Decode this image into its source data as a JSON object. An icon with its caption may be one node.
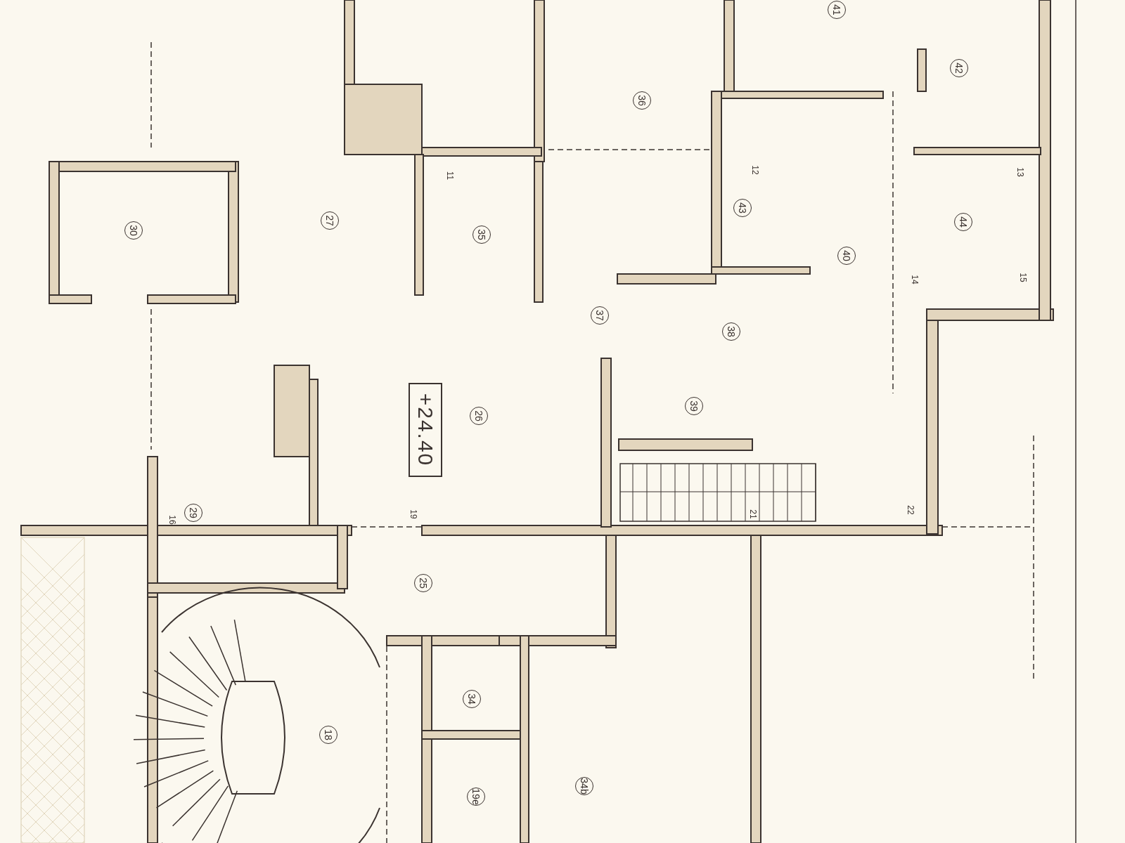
{
  "diagram": {
    "labels": [
      "41",
      "42",
      "36",
      "11",
      "12",
      "13",
      "27",
      "30",
      "35",
      "43",
      "44",
      "40",
      "14",
      "15",
      "37",
      "38",
      "26",
      "+24.40",
      "39",
      "16",
      "29",
      "19",
      "21",
      "22",
      "25",
      "34",
      "18",
      "19e",
      "34b"
    ]
  }
}
